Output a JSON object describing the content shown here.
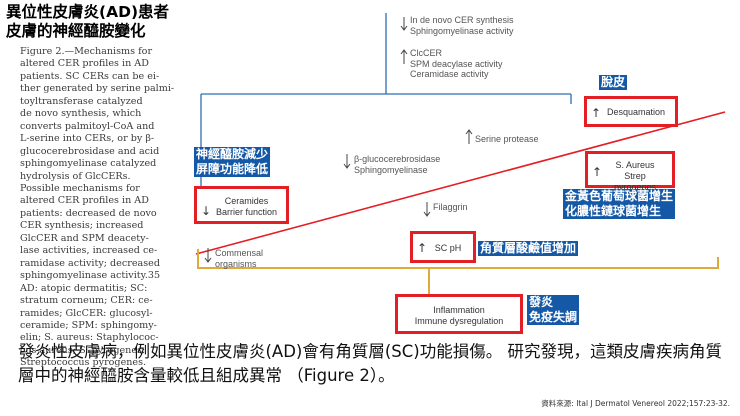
{
  "title": {
    "line1": "異位性皮膚炎(AD)患者",
    "line2": "皮膚的神經醯胺變化"
  },
  "caption": "Figure 2.—Mechanisms for\naltered CER profiles in AD\npatients. SC CERs can be ei-\nther generated by serine palmi-\ntoyltransferase catalyzed\nde novo synthesis, which\nconverts palmitoyl-CoA and\nL-serine into CERs, or by β-\nglucocerebrosidase and acid\nsphingomyelinase catalyzed\nhydrolysis of GlcCERs.\nPossible mechanisms for\naltered CER profiles in AD\npatients: decreased de novo\nCER synthesis; increased\nGlcCER and SPM deacety-\nlase activities, increased ce-\nramidase activity; decreased\nsphingomyelinase activity.35\nAD: atopic dermatitis; SC:\nstratum corneum; CER: ce-\nramides; GlcCER: glucosyl-\nceramide; SPM: sphingomy-\nelin; S. aureus: Staphylococ-\ncus aureus; S. pyrogenes:\nStreptococcus pyrogenes.",
  "figure": {
    "top_text": "In de novo CER synthesis\nSphingomyelinase activity",
    "mid_text": "ClcCER\nSPM deacylase activity\nCeramidase activity",
    "serine_protease": "Serine protease",
    "glucocerebrosidase": "β-glucocerebrosidase\nSphingomyelinase",
    "filaggrin": "Filaggrin",
    "commensal": "Commensal\norganisms",
    "ceramides_box": "Ceramides\nBarrier function",
    "desquamation_box": "Desquamation",
    "saureus_box": "S. Aureus\nStrep pyrogenes",
    "scph_box": "SC pH",
    "inflammation_box": "Inflammation\nImmune dysregulation"
  },
  "labels": {
    "desquamation": "脫皮",
    "ceramide": "神經醯胺減少\n屏障功能降低",
    "bacteria": "金黃色葡萄球菌增生\n化膿性鏈球菌增生",
    "ph": "角質層酸鹼值增加",
    "inflammation": "發炎\n免疫失調"
  },
  "body": "發炎性皮膚病，例如異位性皮膚炎(AD)會有角質層(SC)功能損傷。 研究發現，這類皮膚疾病角質層中的神經醯胺含量較低且組成異常 （Figure 2）。",
  "source": "資料來源: Ital J Dermatol Venereol 2022;157:23-32.",
  "colors": {
    "accent_red": "#e31e24",
    "label_blue": "#1458a6",
    "line_blue": "#2e6db5",
    "bracket_gold": "#e0a93a"
  }
}
